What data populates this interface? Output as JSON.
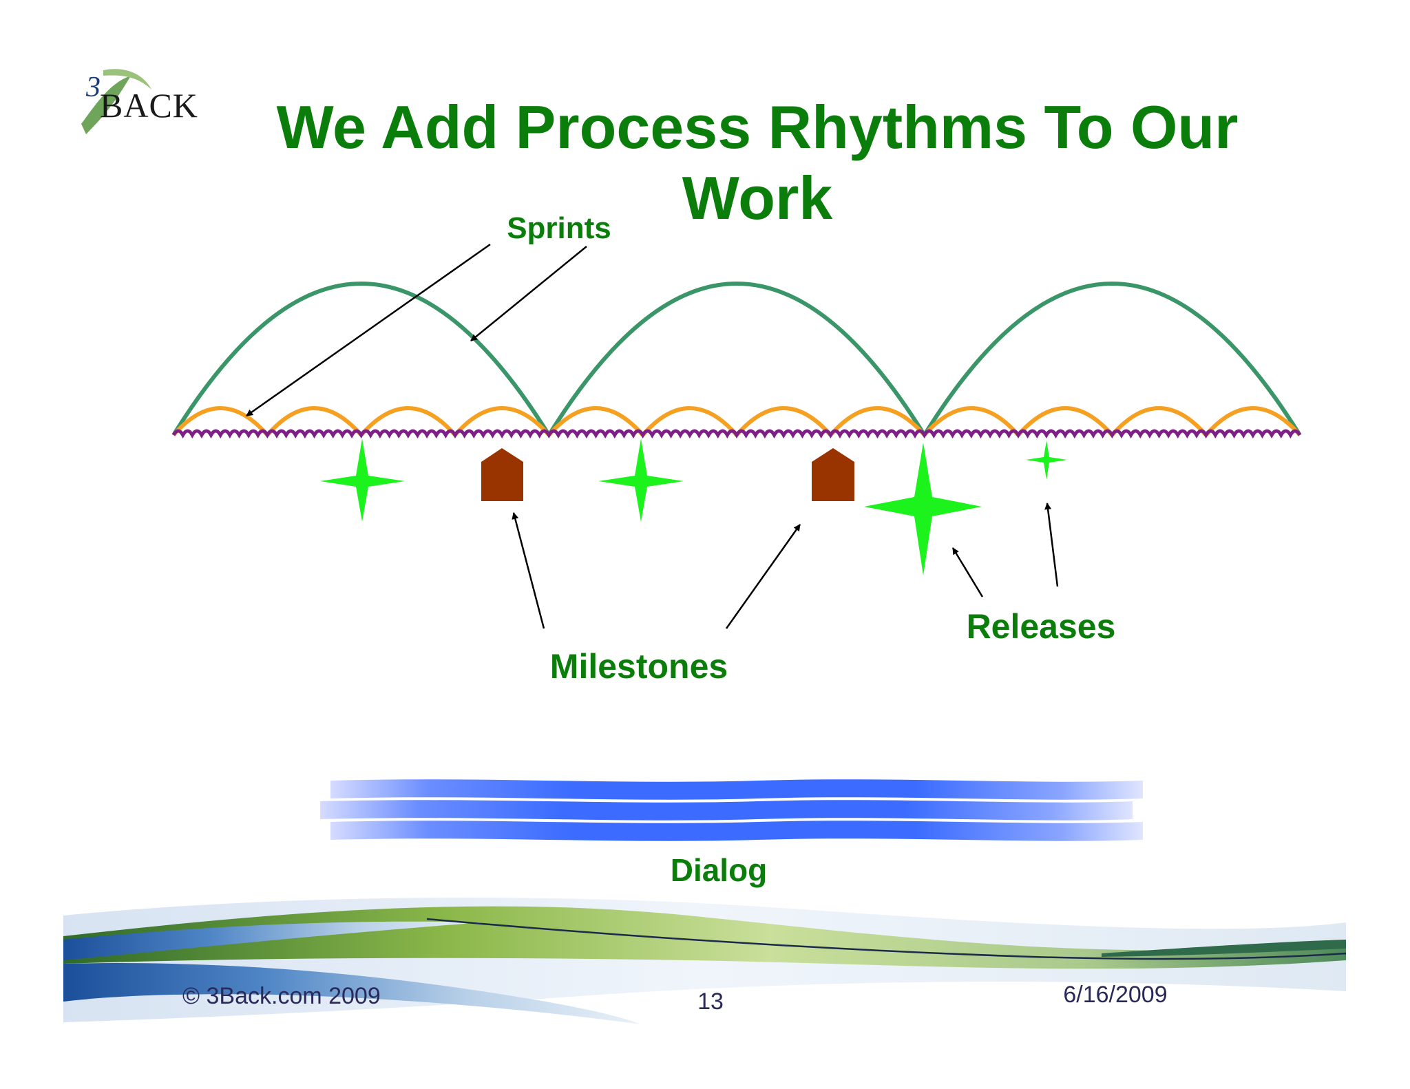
{
  "logo": {
    "numeral": "3",
    "word": "BACK"
  },
  "title": {
    "line1": "We Add Process Rhythms To Our",
    "line2": "Work"
  },
  "labels": {
    "sprints": "Sprints",
    "milestones": "Milestones",
    "releases": "Releases",
    "dialog": "Dialog"
  },
  "footer": {
    "copyright": "© 3Back.com 2009",
    "page_number": "13",
    "date": "6/16/2009"
  },
  "colors": {
    "title_green": "#0b7d0b",
    "large_arc": "#3a9668",
    "small_arc": "#f5a020",
    "wave": "#7d1f86",
    "release_star": "#1cf21c",
    "milestone": "#993300",
    "dialog_blue": "#3b6cff"
  }
}
